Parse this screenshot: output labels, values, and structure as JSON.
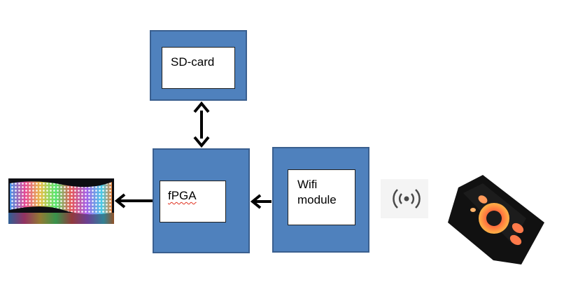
{
  "diagram": {
    "blocks": [
      {
        "id": "sd",
        "label_lines": [
          "SD-card"
        ]
      },
      {
        "id": "fpga",
        "label_lines": [
          "fPGA"
        ]
      },
      {
        "id": "wifi",
        "label_lines": [
          "Wifi",
          "module"
        ]
      }
    ],
    "edges": [
      {
        "from": "sd",
        "to": "fpga",
        "direction": "bidirectional"
      },
      {
        "from": "wifi",
        "to": "fpga",
        "direction": "left"
      },
      {
        "from": "fpga",
        "to": "led-matrix",
        "direction": "left"
      }
    ],
    "images": {
      "led_matrix": "flexible-rgb-led-matrix",
      "wireless": "wireless-signal-icon",
      "controller": "touch-color-wheel-remote"
    },
    "colors": {
      "block_fill": "#4f81bd",
      "block_border": "#3a5f8f",
      "arrow": "#000000",
      "spellcheck_underline": "#e0301e"
    }
  }
}
